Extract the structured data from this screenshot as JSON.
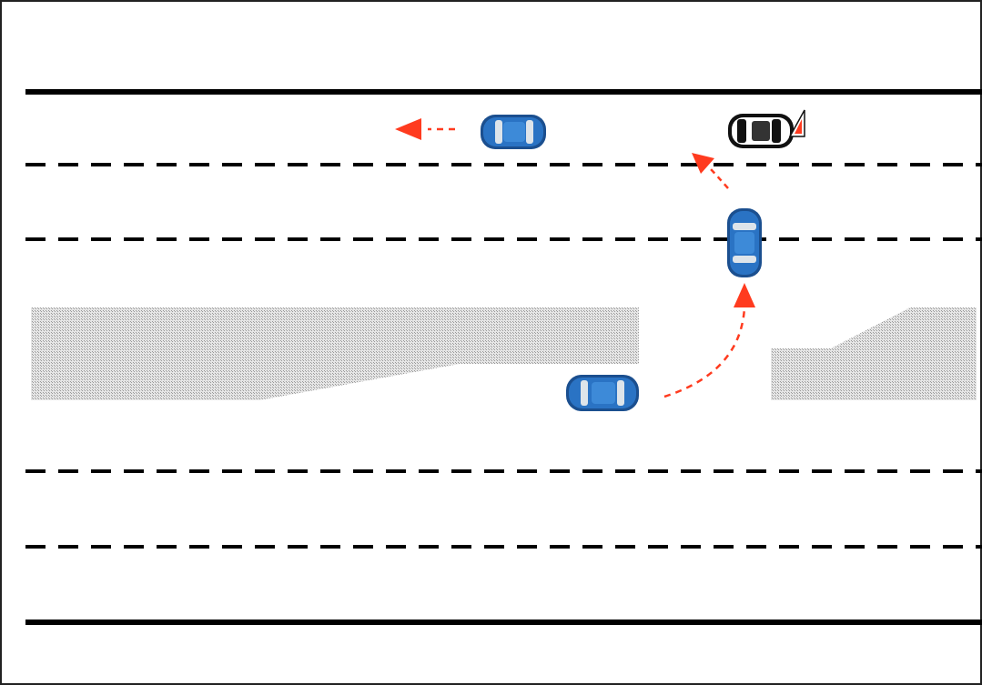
{
  "scene": {
    "kind": "road-diagram",
    "colors": {
      "background": "#ffffff",
      "border": "#222222",
      "road_line": "#000000",
      "median": "#cfcfcf",
      "arrow": "#ff3b1f",
      "car_blue": "#2a73c4",
      "car_blue_dark": "#1b4f8f",
      "car_black": "#111111",
      "car_glass": "#dde4ea"
    },
    "vehicles": [
      {
        "id": "car-top-lane-left",
        "color": "blue",
        "heading": "left"
      },
      {
        "id": "car-top-lane-right",
        "color": "black",
        "heading": "left",
        "warning_triangle": true
      },
      {
        "id": "car-changing-lanes",
        "color": "blue",
        "heading": "up"
      },
      {
        "id": "car-crossing-median",
        "color": "blue",
        "heading": "right"
      }
    ],
    "paths": [
      {
        "id": "arrow-leftward",
        "style": "dashed",
        "direction": "left"
      },
      {
        "id": "arrow-to-top-lane",
        "style": "dashed",
        "direction": "up-left"
      },
      {
        "id": "arrow-u-turn",
        "style": "dashed",
        "direction": "up"
      }
    ]
  }
}
